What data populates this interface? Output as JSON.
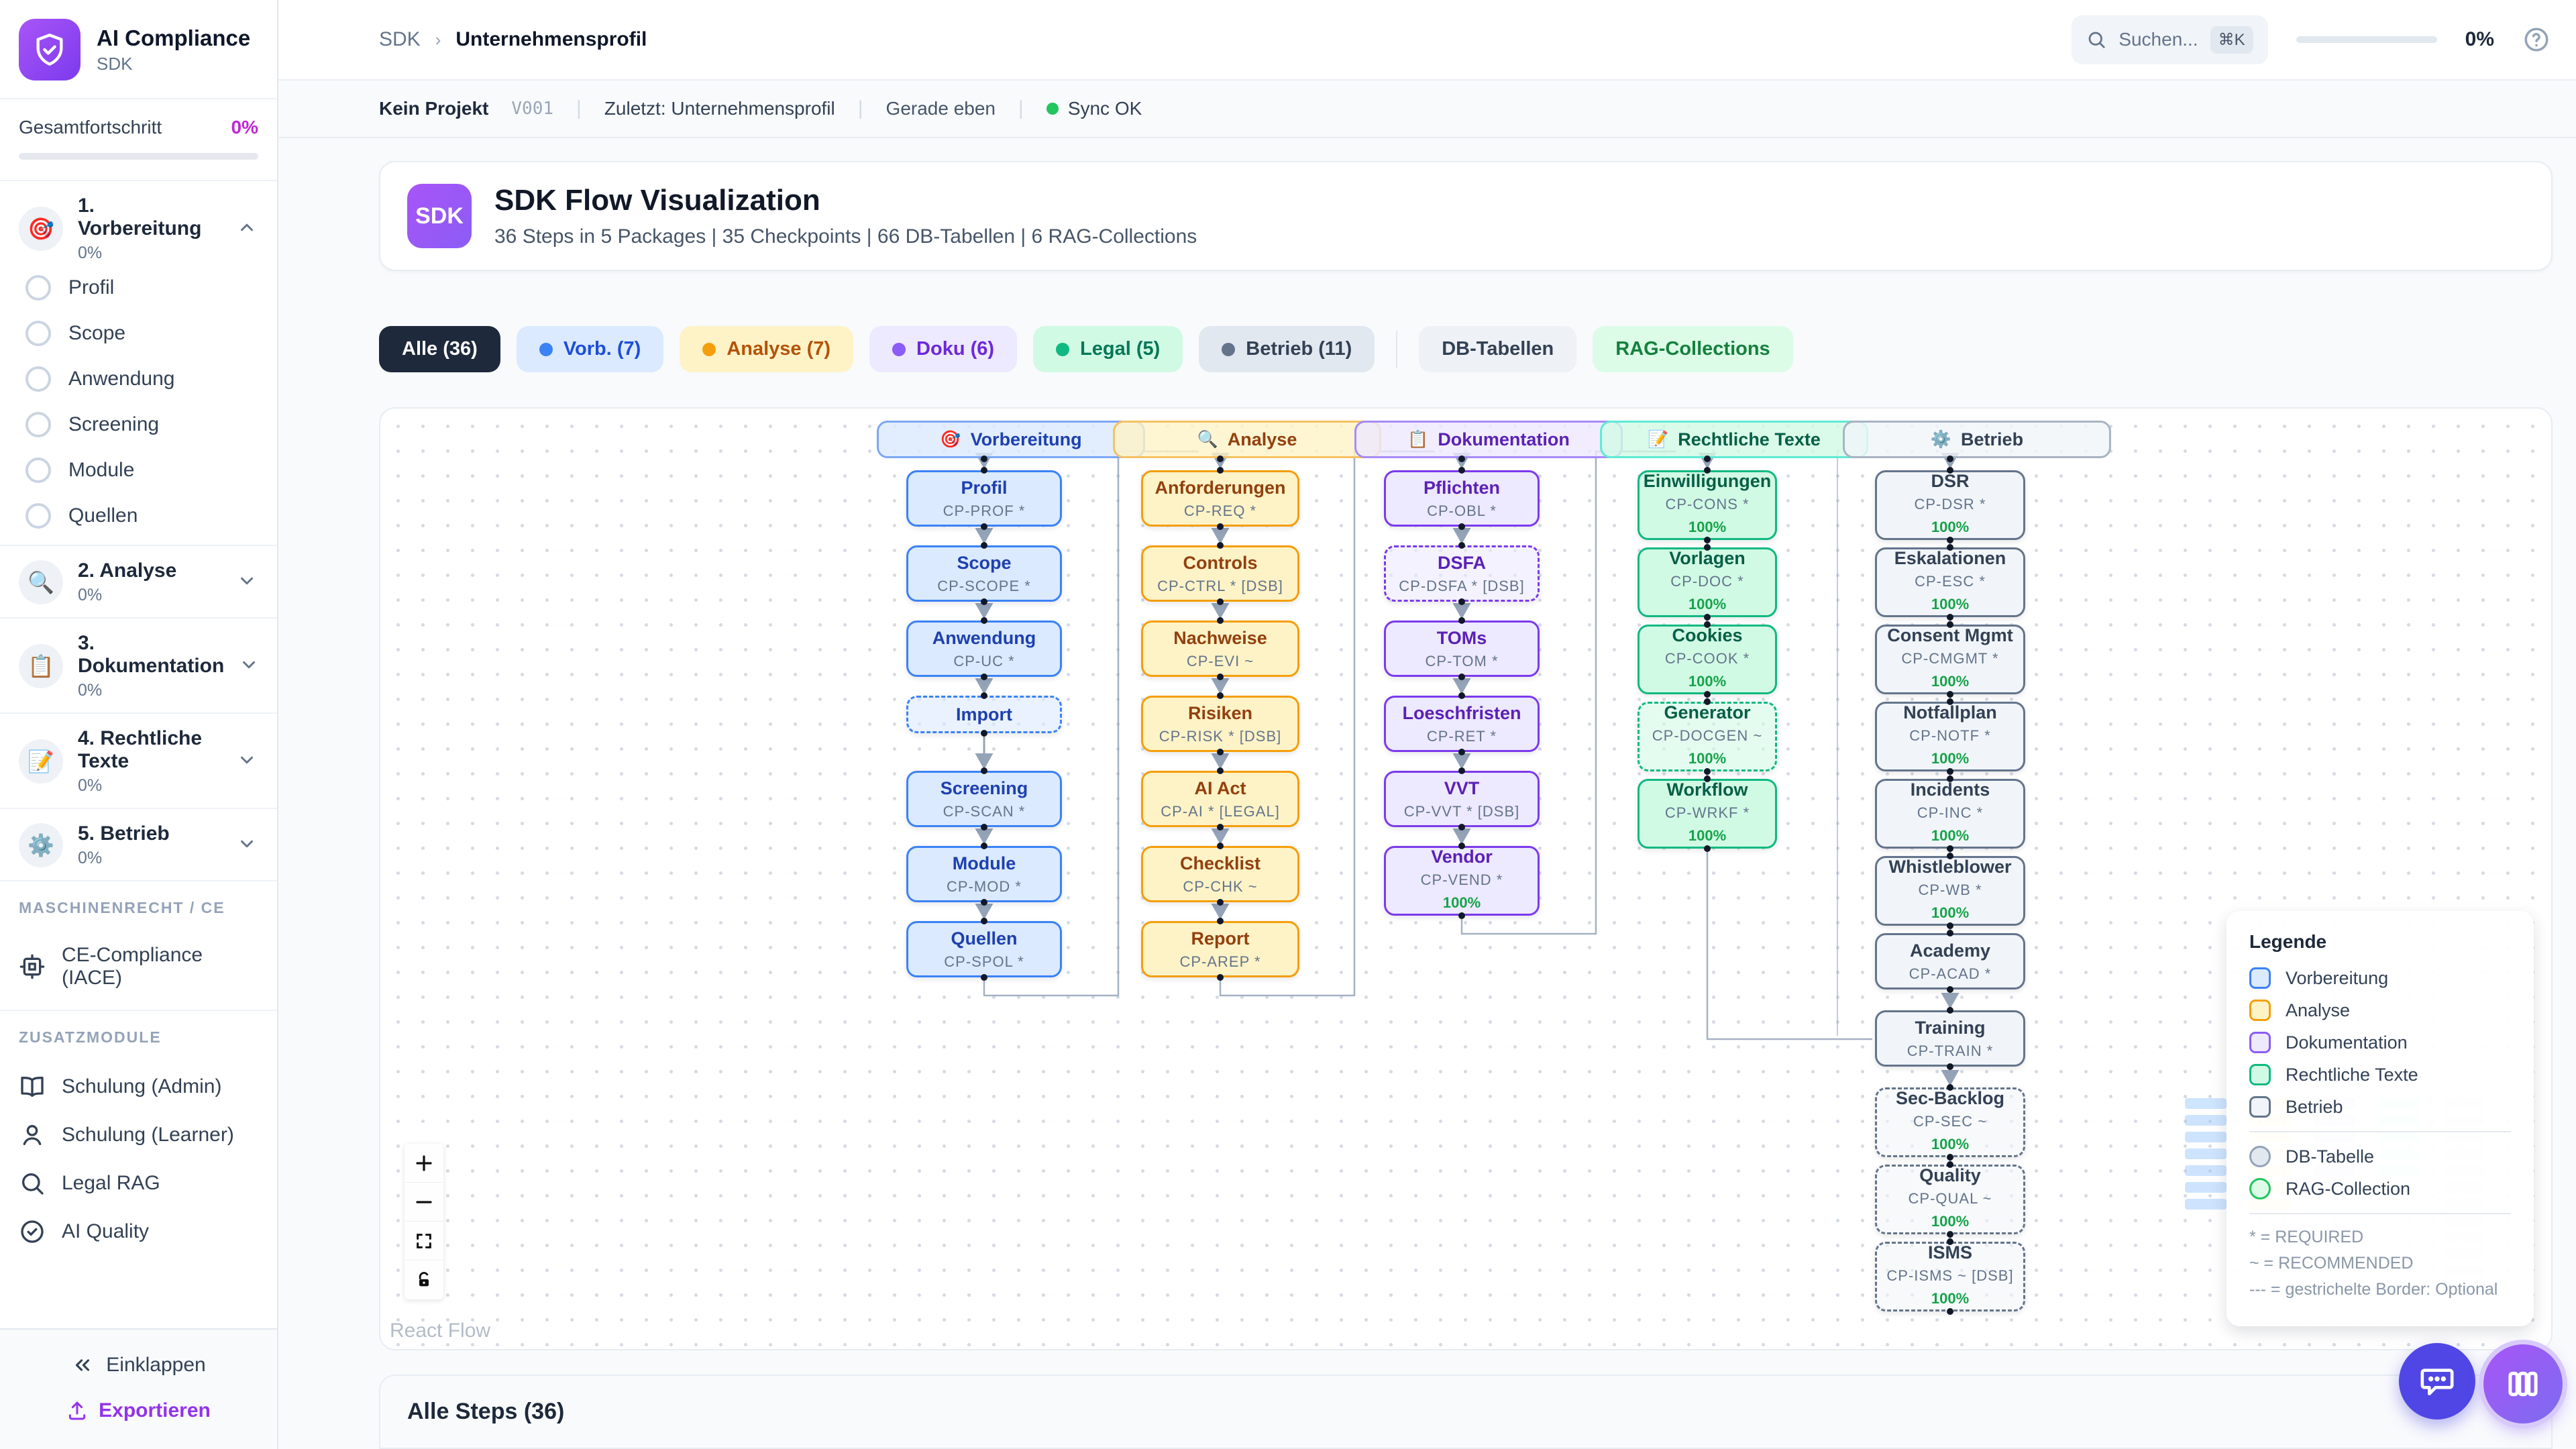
{
  "app": {
    "name": "AI Compliance",
    "subtitle": "SDK"
  },
  "sidebar": {
    "overall_label": "Gesamtfortschritt",
    "overall_value": "0%",
    "sections": [
      {
        "icon": "🎯",
        "label": "1. Vorbereitung",
        "progress": "0%",
        "expanded": true,
        "children": [
          "Profil",
          "Scope",
          "Anwendung",
          "Screening",
          "Module",
          "Quellen"
        ]
      },
      {
        "icon": "🔍",
        "label": "2. Analyse",
        "progress": "0%",
        "expanded": false,
        "children": []
      },
      {
        "icon": "📋",
        "label": "3. Dokumentation",
        "progress": "0%",
        "expanded": false,
        "children": []
      },
      {
        "icon": "📝",
        "label": "4. Rechtliche Texte",
        "progress": "0%",
        "expanded": false,
        "children": []
      },
      {
        "icon": "⚙️",
        "label": "5. Betrieb",
        "progress": "0%",
        "expanded": false,
        "children": []
      }
    ],
    "groups": [
      {
        "title": "MASCHINENRECHT / CE",
        "items": [
          {
            "icon": "cpu",
            "label": "CE-Compliance (IACE)"
          }
        ]
      },
      {
        "title": "ZUSATZMODULE",
        "items": [
          {
            "icon": "book",
            "label": "Schulung (Admin)"
          },
          {
            "icon": "user",
            "label": "Schulung (Learner)"
          },
          {
            "icon": "search",
            "label": "Legal RAG"
          },
          {
            "icon": "check",
            "label": "AI Quality"
          }
        ]
      }
    ],
    "collapse_label": "Einklappen",
    "export_label": "Exportieren"
  },
  "header": {
    "breadcrumb_root": "SDK",
    "breadcrumb_current": "Unternehmensprofil",
    "search_placeholder": "Suchen...",
    "search_kbd": "⌘K",
    "progress_value": "0%"
  },
  "statusbar": {
    "project": "Kein Projekt",
    "version": "V001",
    "last": "Zuletzt: Unternehmensprofil",
    "time": "Gerade eben",
    "sync": "Sync OK"
  },
  "hero": {
    "badge": "SDK",
    "title": "SDK Flow Visualization",
    "subtitle": "36 Steps in 5 Packages | 35 Checkpoints | 66 DB-Tabellen | 6 RAG-Collections"
  },
  "filters": [
    {
      "label": "Alle (36)",
      "bg": "#1e293b",
      "fg": "#ffffff"
    },
    {
      "label": "Vorb. (7)",
      "dot": "#3b82f6",
      "bg": "#dbeafe",
      "fg": "#1d4ed8"
    },
    {
      "label": "Analyse (7)",
      "dot": "#f59e0b",
      "bg": "#fef3c7",
      "fg": "#b45309"
    },
    {
      "label": "Doku (6)",
      "dot": "#8b5cf6",
      "bg": "#ede9fe",
      "fg": "#6d28d9"
    },
    {
      "label": "Legal (5)",
      "dot": "#10b981",
      "bg": "#d1fae5",
      "fg": "#047857"
    },
    {
      "label": "Betrieb (11)",
      "dot": "#64748b",
      "bg": "#e2e8f0",
      "fg": "#334155",
      "divider_after": true
    },
    {
      "label": "DB-Tabellen",
      "bg": "#eef1f5",
      "fg": "#334155"
    },
    {
      "label": "RAG-Collections",
      "bg": "#dcfce7",
      "fg": "#15803d"
    }
  ],
  "flow": {
    "attribution": "React Flow",
    "edge_color": "#94a3b8",
    "columns": [
      {
        "key": "vorbereitung",
        "icon": "🎯",
        "label": "Vorbereitung",
        "bg": "#dbeafe",
        "border": "#3b82f6",
        "text": "#1e40af",
        "header_border": "#7da7f5",
        "nodes": [
          {
            "title": "Profil",
            "code": "CP-PROF *"
          },
          {
            "title": "Scope",
            "code": "CP-SCOPE *"
          },
          {
            "title": "Anwendung",
            "code": "CP-UC *"
          },
          {
            "title": "Import",
            "code": "",
            "dashed": true
          },
          {
            "title": "Screening",
            "code": "CP-SCAN *"
          },
          {
            "title": "Module",
            "code": "CP-MOD *"
          },
          {
            "title": "Quellen",
            "code": "CP-SPOL *"
          }
        ]
      },
      {
        "key": "analyse",
        "icon": "🔍",
        "label": "Analyse",
        "bg": "#fef3c7",
        "border": "#f59e0b",
        "text": "#92400e",
        "header_border": "#f5c163",
        "nodes": [
          {
            "title": "Anforderungen",
            "code": "CP-REQ *"
          },
          {
            "title": "Controls",
            "code": "CP-CTRL * [DSB]"
          },
          {
            "title": "Nachweise",
            "code": "CP-EVI ~"
          },
          {
            "title": "Risiken",
            "code": "CP-RISK * [DSB]"
          },
          {
            "title": "AI Act",
            "code": "CP-AI * [LEGAL]"
          },
          {
            "title": "Checklist",
            "code": "CP-CHK ~"
          },
          {
            "title": "Report",
            "code": "CP-AREP *"
          }
        ]
      },
      {
        "key": "dokumentation",
        "icon": "📋",
        "label": "Dokumentation",
        "bg": "#ede9fe",
        "border": "#7c3aed",
        "text": "#5b21b6",
        "header_border": "#a78bfa",
        "nodes": [
          {
            "title": "Pflichten",
            "code": "CP-OBL *"
          },
          {
            "title": "DSFA",
            "code": "CP-DSFA * [DSB]",
            "dashed": true
          },
          {
            "title": "TOMs",
            "code": "CP-TOM *"
          },
          {
            "title": "Loeschfristen",
            "code": "CP-RET *"
          },
          {
            "title": "VVT",
            "code": "CP-VVT * [DSB]"
          },
          {
            "title": "Vendor",
            "code": "CP-VEND *",
            "progress": "100%"
          }
        ]
      },
      {
        "key": "rechtliche-texte",
        "icon": "📝",
        "label": "Rechtliche Texte",
        "bg": "#d1fae5",
        "border": "#10b981",
        "text": "#065f46",
        "header_border": "#5eead4",
        "nodes": [
          {
            "title": "Einwilligungen",
            "code": "CP-CONS *",
            "progress": "100%"
          },
          {
            "title": "Vorlagen",
            "code": "CP-DOC *",
            "progress": "100%"
          },
          {
            "title": "Cookies",
            "code": "CP-COOK *",
            "progress": "100%"
          },
          {
            "title": "Generator",
            "code": "CP-DOCGEN ~",
            "progress": "100%",
            "dashed": true
          },
          {
            "title": "Workflow",
            "code": "CP-WRKF *",
            "progress": "100%"
          }
        ]
      },
      {
        "key": "betrieb",
        "icon": "⚙️",
        "label": "Betrieb",
        "bg": "#f1f5f9",
        "border": "#64748b",
        "text": "#334155",
        "header_border": "#a8b4c2",
        "nodes": [
          {
            "title": "DSR",
            "code": "CP-DSR *",
            "progress": "100%"
          },
          {
            "title": "Eskalationen",
            "code": "CP-ESC *",
            "progress": "100%"
          },
          {
            "title": "Consent Mgmt",
            "code": "CP-CMGMT *",
            "progress": "100%"
          },
          {
            "title": "Notfallplan",
            "code": "CP-NOTF *",
            "progress": "100%"
          },
          {
            "title": "Incidents",
            "code": "CP-INC *",
            "progress": "100%"
          },
          {
            "title": "Whistleblower",
            "code": "CP-WB *",
            "progress": "100%"
          },
          {
            "title": "Academy",
            "code": "CP-ACAD *"
          },
          {
            "title": "Training",
            "code": "CP-TRAIN *"
          },
          {
            "title": "Sec-Backlog",
            "code": "CP-SEC ~",
            "progress": "100%",
            "dashed": true
          },
          {
            "title": "Quality",
            "code": "CP-QUAL ~",
            "progress": "100%",
            "dashed": true
          },
          {
            "title": "ISMS",
            "code": "CP-ISMS ~ [DSB]",
            "progress": "100%",
            "dashed": true
          }
        ]
      }
    ]
  },
  "legend": {
    "title": "Legende",
    "packages": [
      {
        "label": "Vorbereitung",
        "bg": "#dbeafe",
        "border": "#3b82f6"
      },
      {
        "label": "Analyse",
        "bg": "#fef3c7",
        "border": "#f59e0b"
      },
      {
        "label": "Dokumentation",
        "bg": "#ede9fe",
        "border": "#8b5cf6"
      },
      {
        "label": "Rechtliche Texte",
        "bg": "#d1fae5",
        "border": "#10b981"
      },
      {
        "label": "Betrieb",
        "bg": "#f1f5f9",
        "border": "#64748b"
      }
    ],
    "shapes": [
      {
        "label": "DB-Tabelle",
        "bg": "#e2e8f0",
        "border": "#94a3b8"
      },
      {
        "label": "RAG-Collection",
        "bg": "#dcfce7",
        "border": "#22c55e"
      }
    ],
    "notes": [
      "* = REQUIRED",
      "~ = RECOMMENDED",
      "--- = gestrichelte Border: Optional"
    ]
  },
  "bottom": {
    "title": "Alle Steps (36)"
  }
}
